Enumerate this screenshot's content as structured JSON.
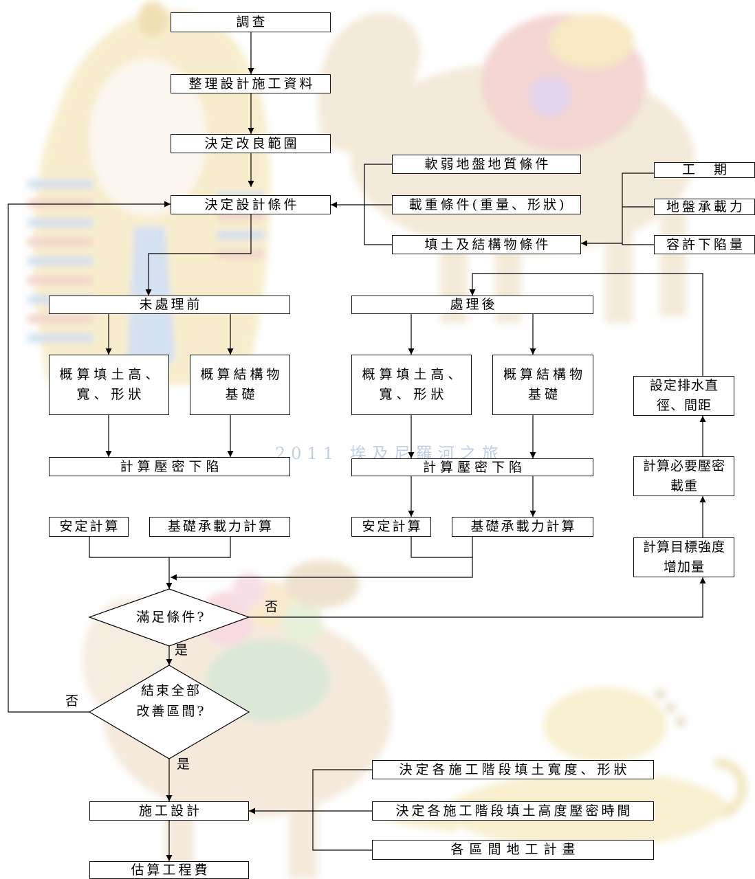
{
  "watermark": "2011 埃及尼羅河之旅",
  "main_flow": {
    "survey": "調查",
    "organize_data": "整理設計施工資料",
    "decide_scope": "決定改良範圍",
    "decide_conditions": "決定設計條件"
  },
  "condition_inputs": {
    "soft_ground": "軟弱地盤地質條件",
    "load": "載重條件(重量、形狀)",
    "fill_structure": "填土及結構物條件"
  },
  "fill_structure_inputs": {
    "schedule": "工　期",
    "bearing_capacity": "地盤承載力",
    "allowable_settlement": "容許下陷量"
  },
  "before_treatment": {
    "title": "未處理前",
    "fill_estimate": [
      "概算填土高、",
      "寬、形狀"
    ],
    "foundation_estimate": [
      "概算結構物",
      "基礎"
    ],
    "consolidation": "計算壓密下陷",
    "stability": "安定計算",
    "bearing_calc": "基礎承載力計算"
  },
  "after_treatment": {
    "title": "處理後",
    "fill_estimate": [
      "概算填土高、",
      "寬、形狀"
    ],
    "foundation_estimate": [
      "概算結構物",
      "基礎"
    ],
    "consolidation": "計算壓密下陷",
    "stability": "安定計算",
    "bearing_calc": "基礎承載力計算"
  },
  "drainage_loop": {
    "drain_layout": [
      "設定排水直",
      "徑、間距"
    ],
    "required_load": [
      "計算必要壓密",
      "載重"
    ],
    "strength_increase": [
      "計算目標強度",
      "增加量"
    ]
  },
  "decision_conditions": {
    "label": "滿足條件?",
    "yes": "是",
    "no": "否"
  },
  "decision_sections": {
    "label": [
      "結束全部",
      "改善區間?"
    ],
    "yes": "是",
    "no": "否"
  },
  "construction": {
    "design": "施工設計",
    "cost_estimate": "估算工程費"
  },
  "construction_inputs": {
    "fill_width_shape": "決定各施工階段填土寬度、形狀",
    "fill_height_time": "決定各施工階段填土高度壓密時間",
    "section_plan": "各區間地工計畫"
  }
}
